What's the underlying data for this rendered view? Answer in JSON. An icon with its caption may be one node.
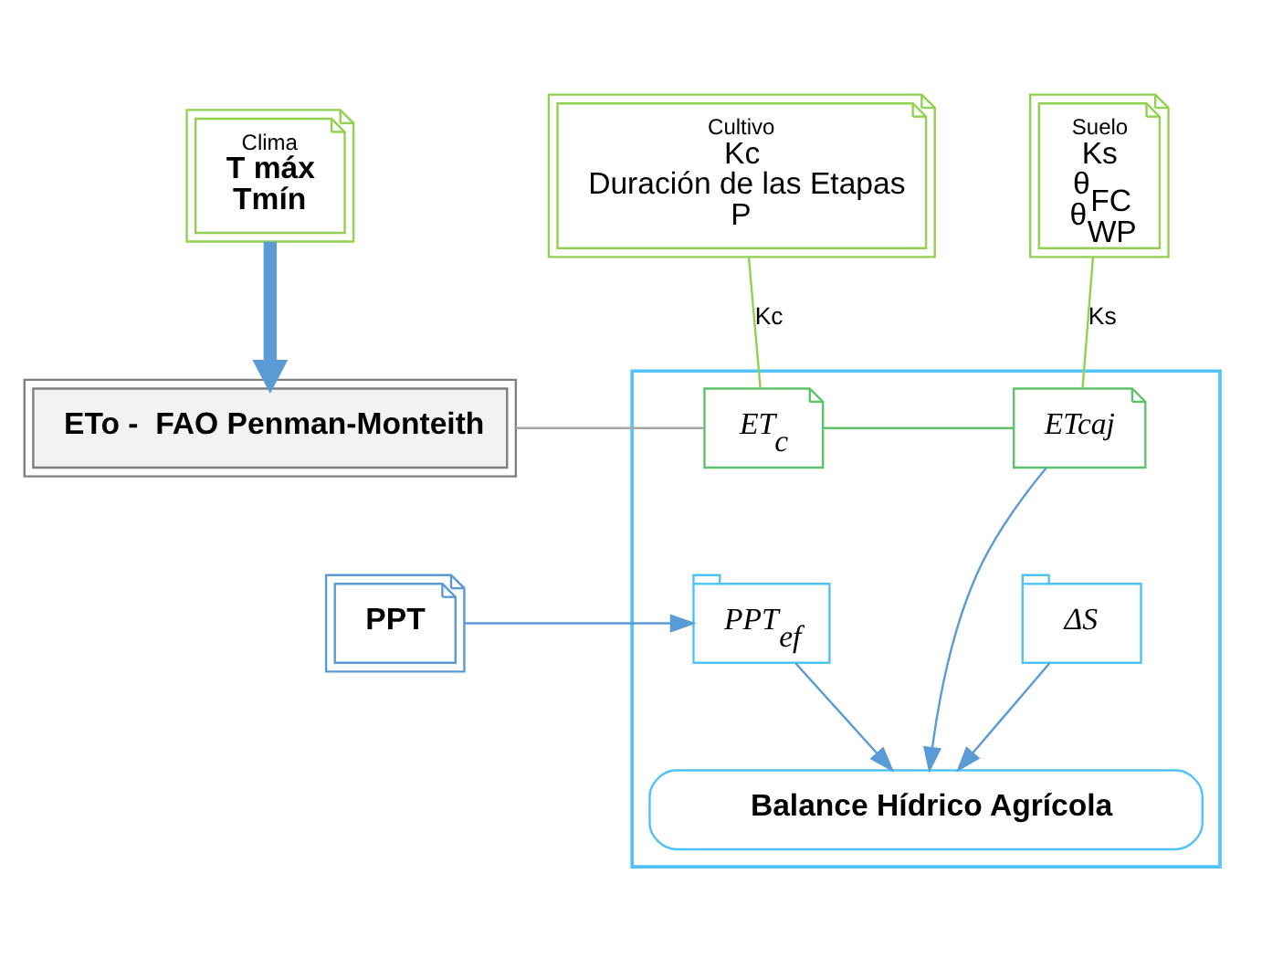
{
  "diagram": {
    "nodes": [
      {
        "text": [
          "Clima",
          "T máx",
          "Tmín"
        ]
      },
      {
        "text": [
          "Cultivo",
          "Kc",
          "Duración de las Etapas",
          "P"
        ]
      },
      {
        "text": [
          "Suelo",
          "Ks",
          "θ$_{FC}$",
          "θ$_{WP}$"
        ]
      },
      {
        "text": [
          "ETo -  FAO Penman-Monteith"
        ]
      },
      {
        "text": [
          "PPT"
        ]
      },
      {
        "text": [],
        "shape": "box"
      },
      {
        "text": [
          "ET$_{c}$"
        ],
        "in": 5
      },
      {
        "text": [
          "ETcaj"
        ],
        "in": 5
      },
      {
        "text": [
          "PPT$_{ef}$"
        ],
        "in": 5
      },
      {
        "text": [
          "ΔS"
        ],
        "in": 5
      },
      {
        "text": [
          "Balance Hídrico Agrícola"
        ],
        "in": 5
      }
    ],
    "edges": [
      {
        "from": 0,
        "to": 3,
        "arrow": "to",
        "style": "thick"
      },
      {
        "from": 1,
        "to": 6,
        "arrow": "none",
        "label": "Kc",
        "color": "#92d050"
      },
      {
        "from": 2,
        "to": 7,
        "arrow": "none",
        "label": "Ks",
        "color": "#92d050"
      },
      {
        "from": 3,
        "to": 6,
        "arrow": "none",
        "color": "#a6a6a6"
      },
      {
        "from": 6,
        "to": 7,
        "arrow": "none",
        "color": "#5cc36b"
      },
      {
        "from": 4,
        "to": 8,
        "arrow": "to"
      },
      {
        "from": 8,
        "to": 10,
        "arrow": "to"
      },
      {
        "from": 7,
        "to": 10,
        "arrow": "to"
      },
      {
        "from": 9,
        "to": 10,
        "arrow": "to"
      }
    ]
  }
}
